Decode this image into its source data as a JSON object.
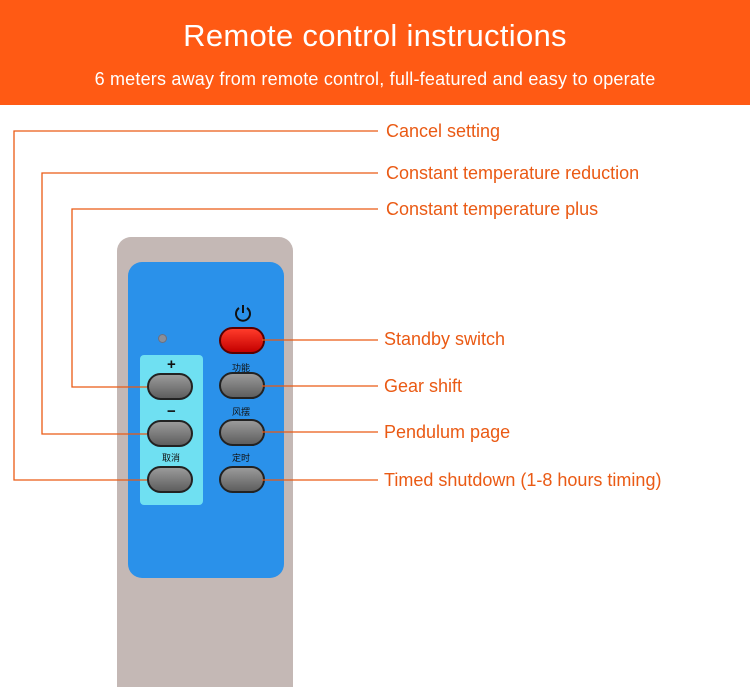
{
  "header": {
    "title": "Remote control instructions",
    "subtitle": "6 meters away from remote control, full-featured and easy to operate",
    "background_color": "#ff5a14"
  },
  "callouts": {
    "cancel_setting": "Cancel setting",
    "temp_reduction": "Constant temperature reduction",
    "temp_plus": "Constant temperature plus",
    "standby": "Standby switch",
    "gear": "Gear shift",
    "pendulum": "Pendulum page",
    "timed": "Timed shutdown (1-8 hours timing)",
    "color": "#ea5a14"
  },
  "remote": {
    "plus_symbol": "+",
    "minus_symbol": "−",
    "cancel_text": "取消",
    "function_text": "功能",
    "wind_text": "风摆",
    "timer_text": "定时",
    "power_icon": "power-icon",
    "body_color": "#c4b8b5",
    "face_color": "#2a91ea",
    "panel_color": "#6fe0f2"
  }
}
